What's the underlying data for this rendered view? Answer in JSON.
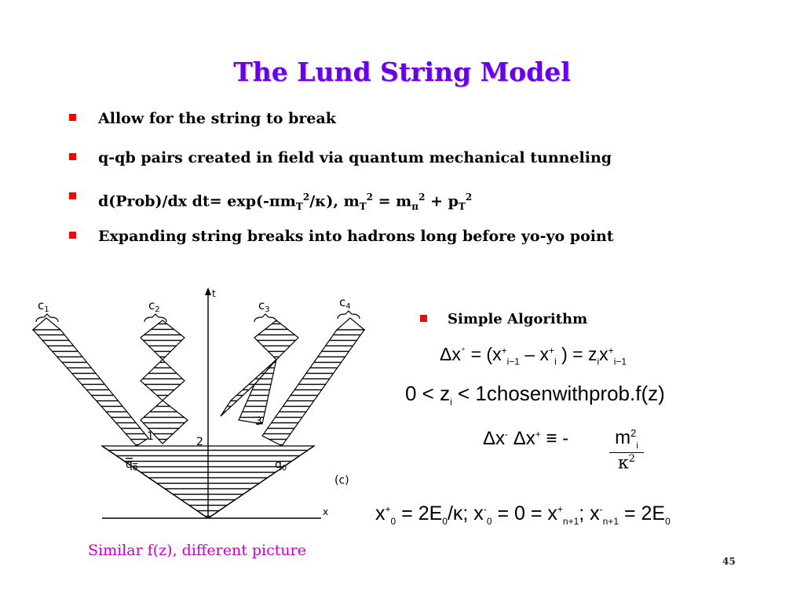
{
  "slide": {
    "title": "The Lund String Model",
    "bullets": [
      {
        "text": "Allow for the string to break"
      },
      {
        "text": " q-qb pairs created in field via quantum mechanical tunneling"
      },
      {
        "prefix": "d(Prob)/dx dt= exp(-",
        "pi": "π",
        "mT": "m",
        "subT": "T",
        "sup2": "2",
        "slash": "/",
        "kappa": "κ",
        "mid": "), m",
        "eq": " = m",
        "pi2": "π",
        "plus": " + p"
      },
      {
        "text": "Expanding string breaks into hadrons long before yo-yo point"
      }
    ],
    "algorithm_label": "Simple Algorithm",
    "caption": "Similar f(z), different picture",
    "page_number": "45"
  },
  "diagram": {
    "top_labels": [
      "c",
      "c",
      "c",
      "c"
    ],
    "top_label_subs": [
      "1",
      "2",
      "3",
      "4"
    ],
    "axis_t": "t",
    "axis_x": "x",
    "vertex_labels": [
      "1",
      "2",
      "3"
    ],
    "quark_labels": [
      "q",
      "q"
    ],
    "quark_subs": [
      "0",
      "0"
    ],
    "panel_label": "(c)"
  },
  "equations": {
    "eq1": {
      "a": "Δx",
      "b": "⁺",
      "c": " = (x",
      "d": "+",
      "e": "i−1",
      "f": " – x",
      "g": "+",
      "h": "i",
      "i": " ) = z",
      "j": "i",
      "k": "x",
      "l": "+",
      "m": "i−1"
    },
    "eq2": {
      "a": "0 < z",
      "b": "i",
      "c": " < 1chosen",
      "d": "with",
      "e": "prob.f(z)"
    },
    "eq3": {
      "a": "Δx",
      "b": "-",
      "c": " Δx",
      "d": "+",
      "e": "  ≡ -"
    },
    "eq3_frac": {
      "num": "m",
      "num_sup": "2",
      "num_sub": "i",
      "den": "κ",
      "den_sup": "2"
    },
    "eq4": {
      "a": "x",
      "b": "+",
      "c": "0",
      "d": " = 2E",
      "e": "0",
      "f": "/κ; x",
      "g": "-",
      "h": "0",
      "i": " = 0 = x",
      "j": "+",
      "k": "n+1",
      "l": "; x",
      "m": "-",
      "n": "n+1",
      "o": " = 2E",
      "p": "0"
    }
  }
}
